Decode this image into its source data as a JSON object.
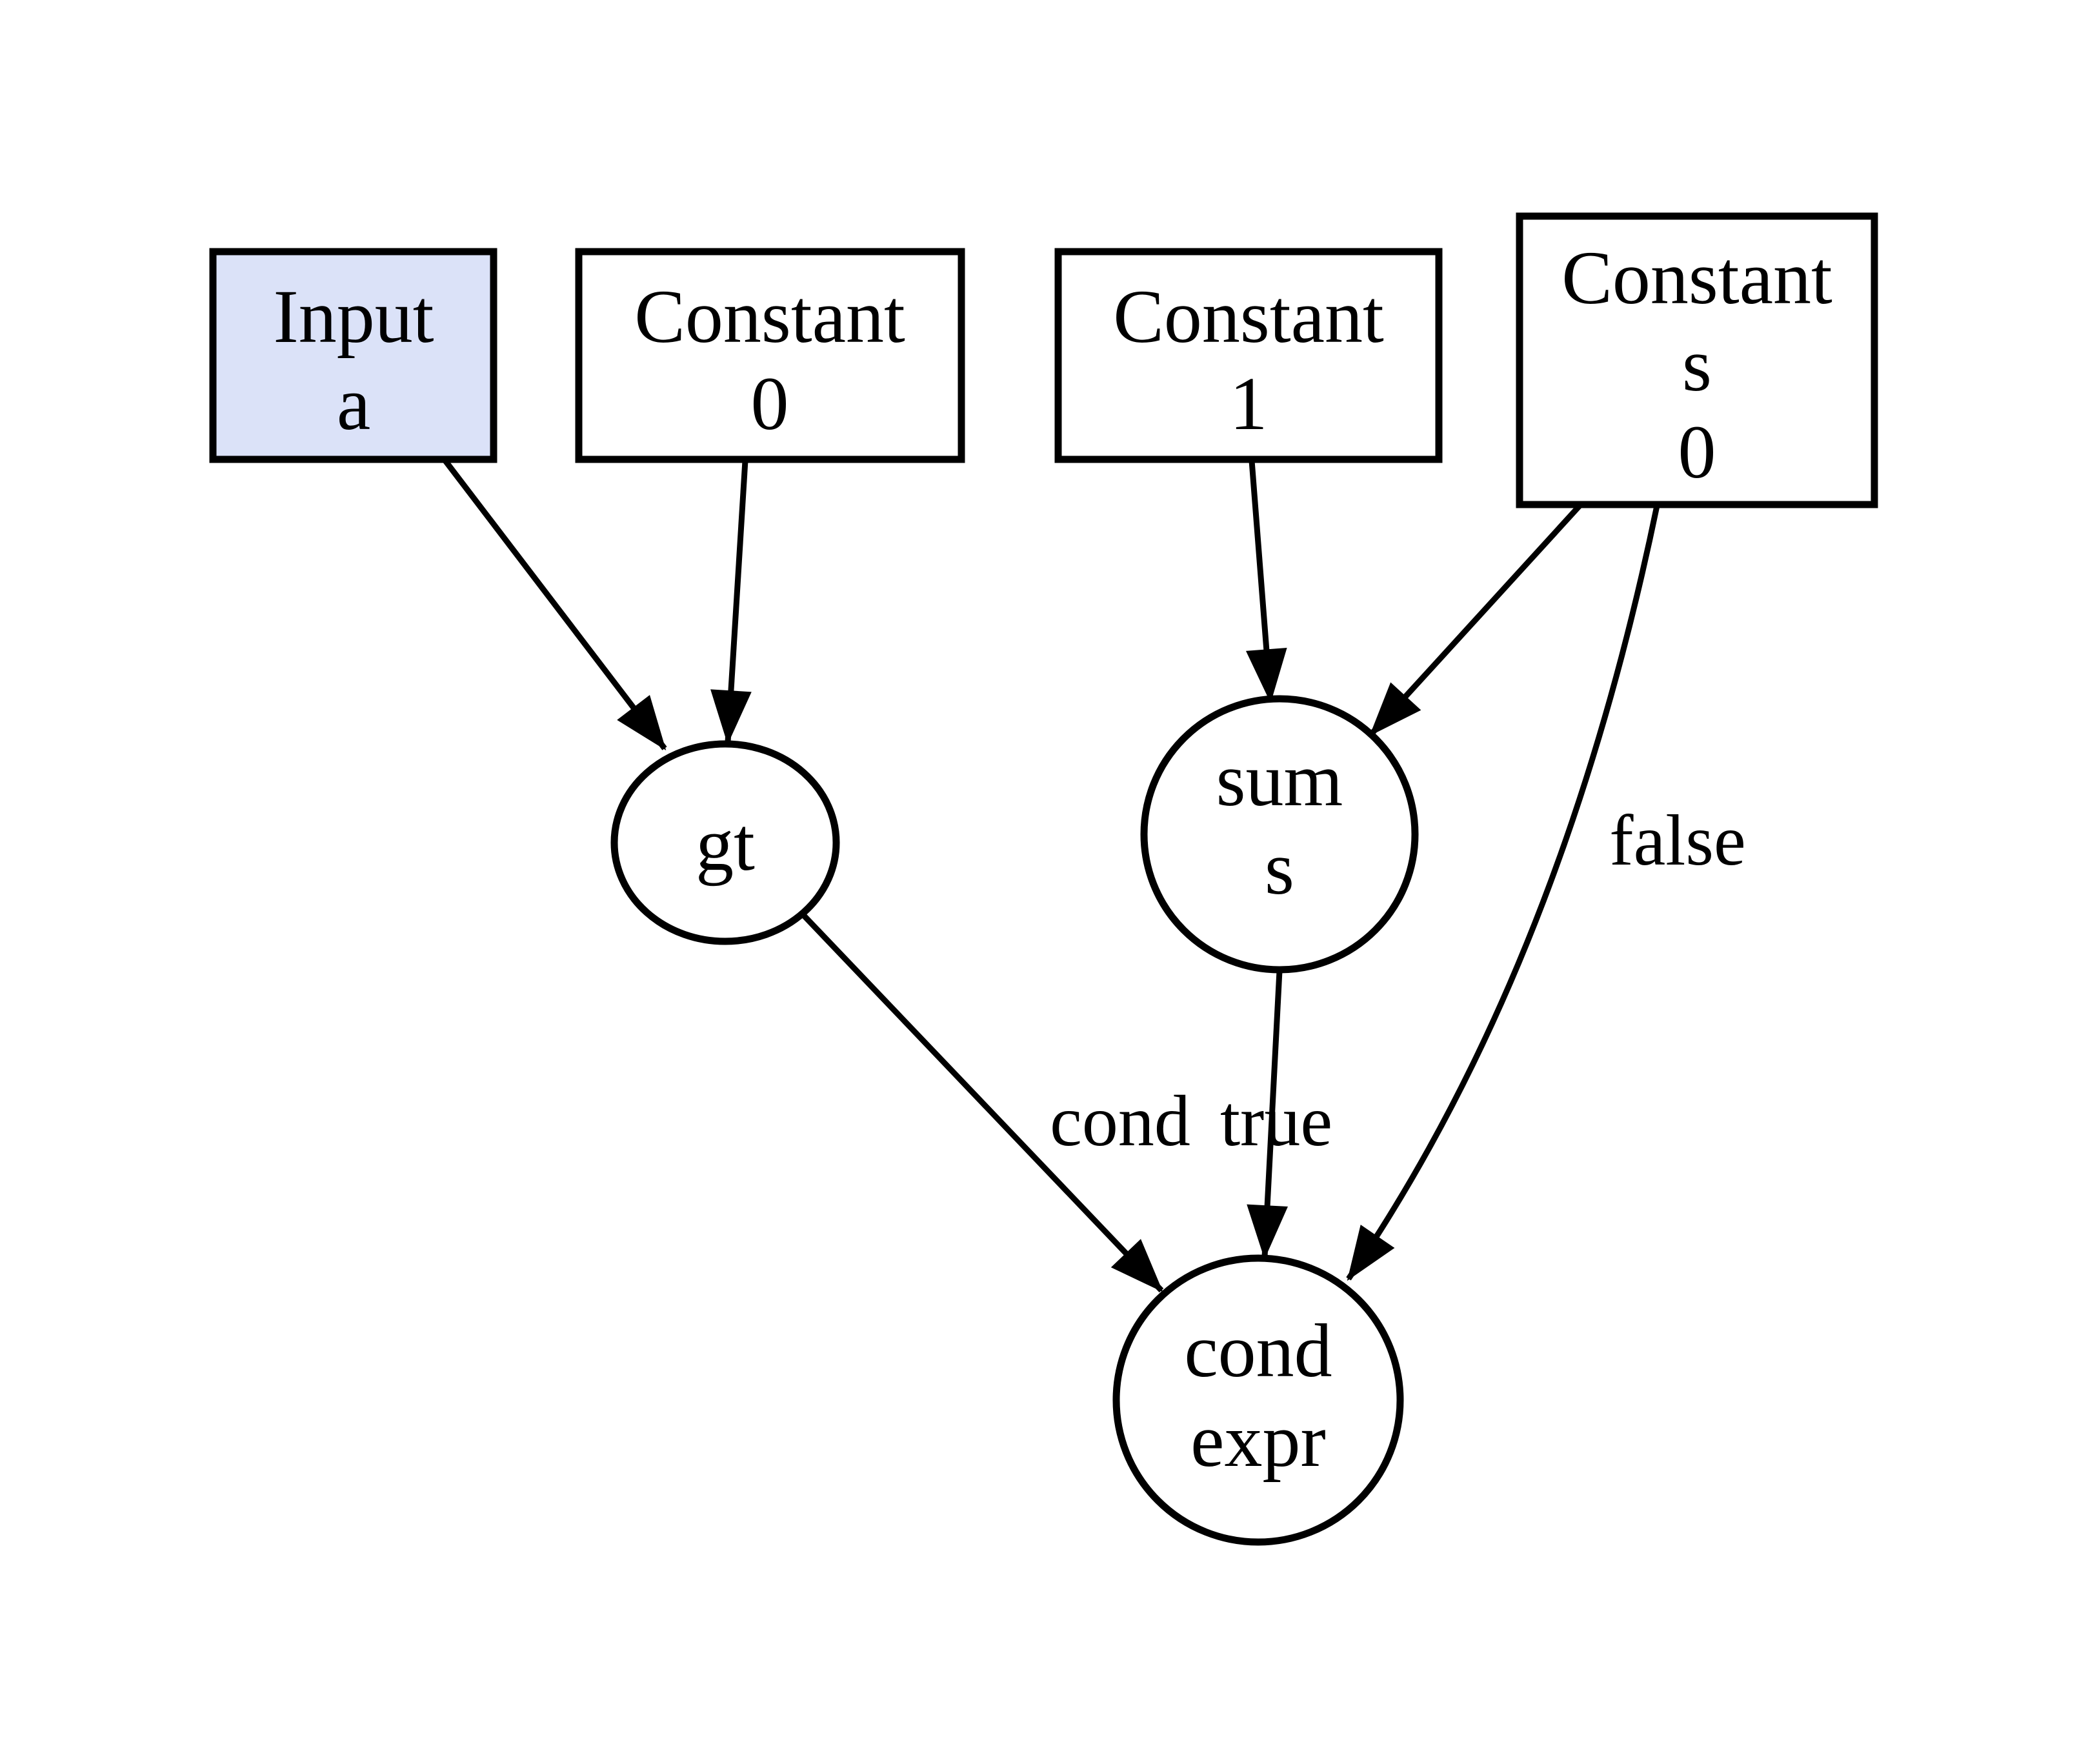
{
  "diagram": {
    "title": "conditional-expression dataflow graph",
    "background_color": "#ffffff",
    "line_color": "#000000",
    "input_node_fill": "#dbe2f8",
    "plain_node_fill": "#ffffff",
    "nodes": {
      "input_a": {
        "shape": "box",
        "label_lines": [
          "Input",
          "a"
        ]
      },
      "constant_0": {
        "shape": "box",
        "label_lines": [
          "Constant",
          "0"
        ]
      },
      "constant_1": {
        "shape": "box",
        "label_lines": [
          "Constant",
          "1"
        ]
      },
      "constant_s_0": {
        "shape": "box",
        "label_lines": [
          "Constant",
          "s",
          "0"
        ]
      },
      "gt": {
        "shape": "ellipse",
        "label_lines": [
          "gt"
        ]
      },
      "sum_s": {
        "shape": "ellipse",
        "label_lines": [
          "sum",
          "s"
        ]
      },
      "cond_expr": {
        "shape": "ellipse",
        "label_lines": [
          "cond",
          "expr"
        ]
      }
    },
    "edges": [
      {
        "from": "input_a",
        "to": "gt",
        "label": ""
      },
      {
        "from": "constant_0",
        "to": "gt",
        "label": ""
      },
      {
        "from": "constant_1",
        "to": "sum_s",
        "label": ""
      },
      {
        "from": "constant_s_0",
        "to": "sum_s",
        "label": ""
      },
      {
        "from": "gt",
        "to": "cond_expr",
        "label": "cond"
      },
      {
        "from": "sum_s",
        "to": "cond_expr",
        "label": "true"
      },
      {
        "from": "constant_s_0",
        "to": "cond_expr",
        "label": "false"
      }
    ]
  }
}
